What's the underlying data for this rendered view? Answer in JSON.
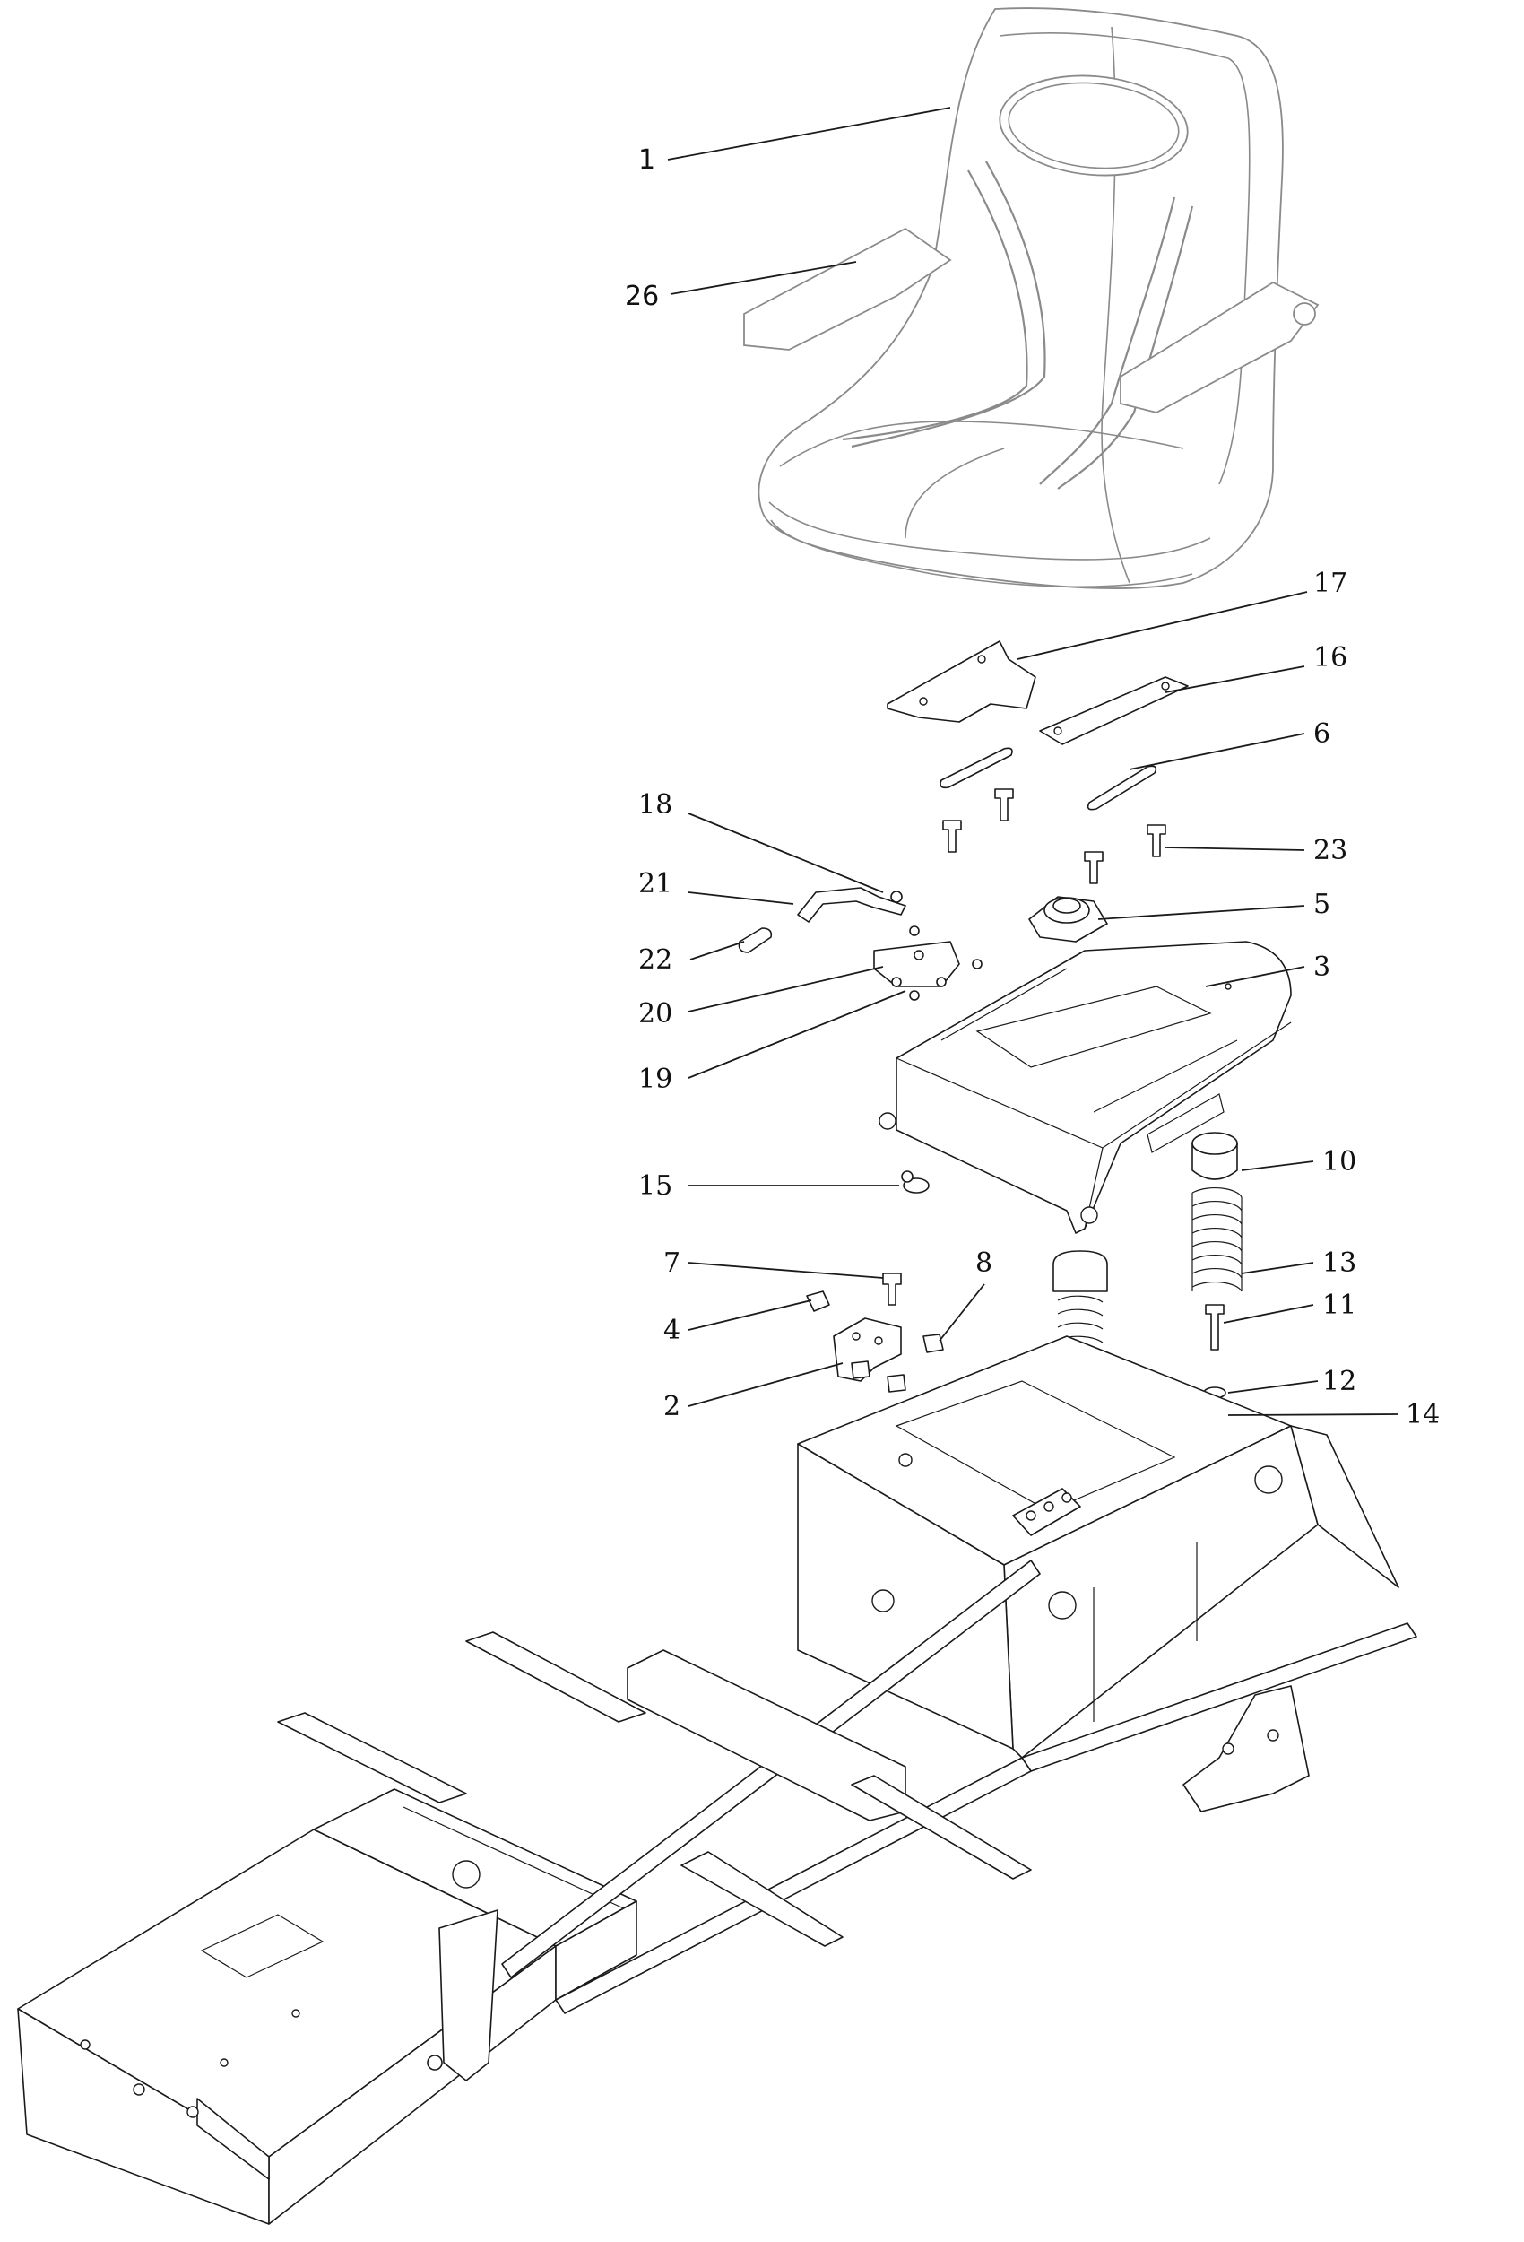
{
  "diagram": {
    "callouts": [
      {
        "id": "1",
        "label": "1"
      },
      {
        "id": "26",
        "label": "26"
      },
      {
        "id": "17",
        "label": "17"
      },
      {
        "id": "16",
        "label": "16"
      },
      {
        "id": "6",
        "label": "6"
      },
      {
        "id": "18",
        "label": "18"
      },
      {
        "id": "23",
        "label": "23"
      },
      {
        "id": "21",
        "label": "21"
      },
      {
        "id": "5",
        "label": "5"
      },
      {
        "id": "22",
        "label": "22"
      },
      {
        "id": "3",
        "label": "3"
      },
      {
        "id": "20",
        "label": "20"
      },
      {
        "id": "19",
        "label": "19"
      },
      {
        "id": "10",
        "label": "10"
      },
      {
        "id": "15",
        "label": "15"
      },
      {
        "id": "7",
        "label": "7"
      },
      {
        "id": "8",
        "label": "8"
      },
      {
        "id": "13",
        "label": "13"
      },
      {
        "id": "4",
        "label": "4"
      },
      {
        "id": "11",
        "label": "11"
      },
      {
        "id": "2",
        "label": "2"
      },
      {
        "id": "12",
        "label": "12"
      },
      {
        "id": "14",
        "label": "14"
      }
    ]
  }
}
